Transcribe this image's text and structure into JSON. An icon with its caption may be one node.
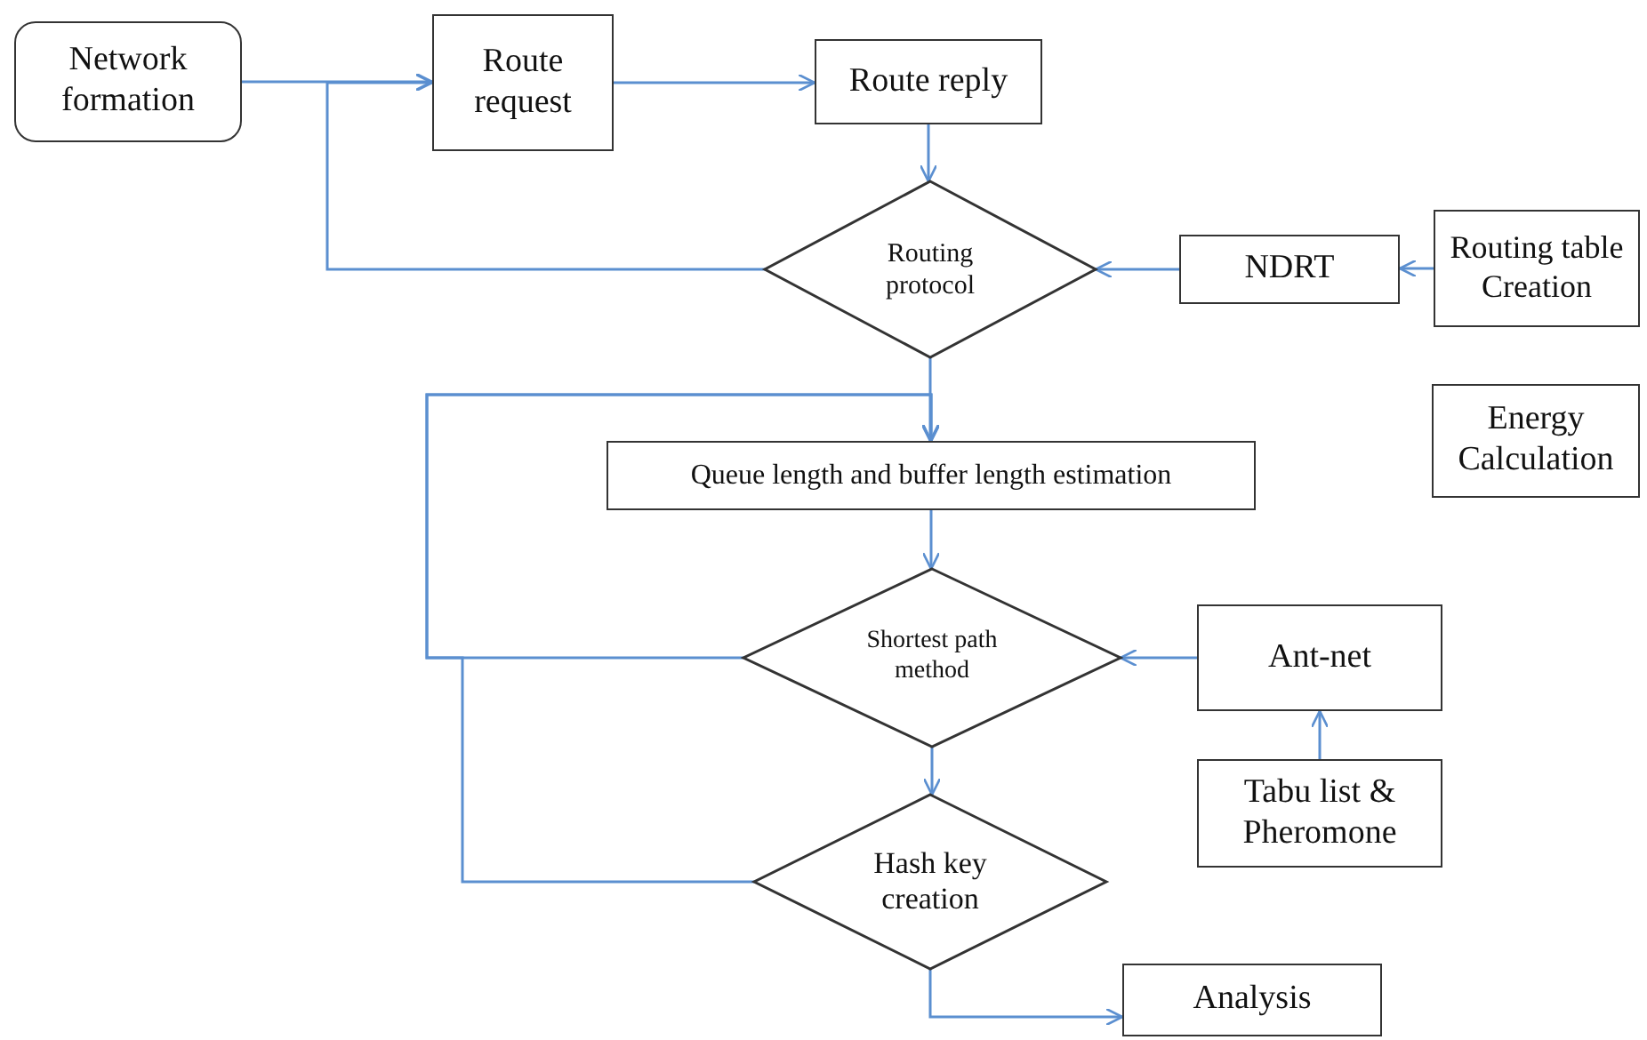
{
  "diagram": {
    "nodes": [
      {
        "text": [
          "Network formation"
        ]
      },
      {
        "text": [
          "Route request"
        ]
      },
      {
        "text": [
          "Route reply"
        ]
      },
      {
        "text": [
          "Routing protocol"
        ]
      },
      {
        "text": [
          "NDRT"
        ]
      },
      {
        "text": [
          "Routing table Creation"
        ]
      },
      {
        "text": [
          "Energy Calculation"
        ]
      },
      {
        "text": [
          "Queue length and buffer length estimation"
        ]
      },
      {
        "text": [
          "Shortest path method"
        ]
      },
      {
        "text": [
          "Ant-net"
        ]
      },
      {
        "text": [
          "Tabu list & Pheromone"
        ]
      },
      {
        "text": [
          "Hash key creation"
        ]
      },
      {
        "text": [
          "Analysis"
        ]
      }
    ],
    "edges": [
      {
        "from": 0,
        "to": 1,
        "arrow": "to"
      },
      {
        "from": 1,
        "to": 2,
        "arrow": "to"
      },
      {
        "from": 2,
        "to": 3,
        "arrow": "to"
      },
      {
        "from": 3,
        "to": 1,
        "arrow": "to"
      },
      {
        "from": 5,
        "to": 4,
        "arrow": "to"
      },
      {
        "from": 4,
        "to": 3,
        "arrow": "to"
      },
      {
        "from": 3,
        "to": 7,
        "arrow": "to"
      },
      {
        "from": 8,
        "to": 7,
        "arrow": "to"
      },
      {
        "from": 7,
        "to": 8,
        "arrow": "to"
      },
      {
        "from": 9,
        "to": 8,
        "arrow": "to"
      },
      {
        "from": 10,
        "to": 9,
        "arrow": "to"
      },
      {
        "from": 8,
        "to": 11,
        "arrow": "to"
      },
      {
        "from": 11,
        "to": 7,
        "arrow": "to"
      },
      {
        "from": 11,
        "to": 12,
        "arrow": "to"
      }
    ]
  }
}
